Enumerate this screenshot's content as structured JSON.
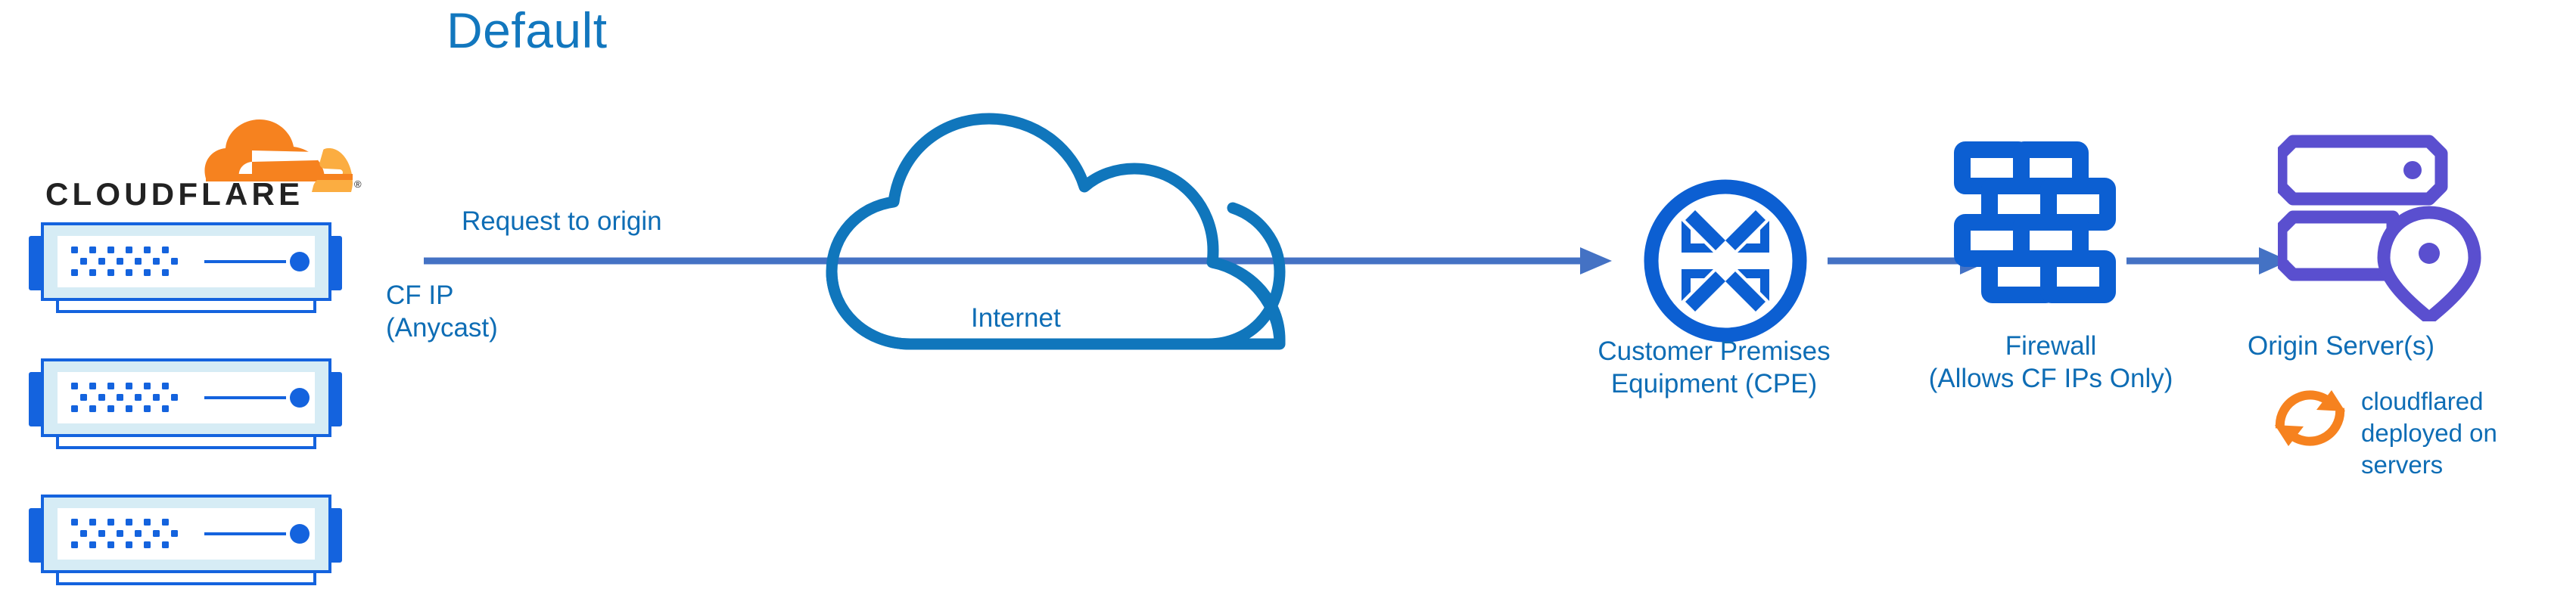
{
  "diagram": {
    "title": "Default",
    "background": "#ffffff"
  },
  "colors": {
    "title_blue": "#1277BE",
    "label_blue": "#0E6DB5",
    "connector_blue": "#4472C4",
    "icon_blue": "#0C5FD2",
    "cloud_blue": "#1076BC",
    "origin_purple": "#5A4FCF",
    "cloudflare_orange": "#F6821F",
    "cloudflare_orange_light": "#FBAD41",
    "cloudflare_wordmark": "#222222",
    "server_frame_light": "#D6ECF5",
    "server_tab_blue": "#1463DE"
  },
  "logo": {
    "name": "cloudflare-logo",
    "wordmark": "CLOUDFLARE",
    "trademark": "®"
  },
  "servers": {
    "count": 3,
    "items": [
      {
        "name": "cloudflare-edge-server-1"
      },
      {
        "name": "cloudflare-edge-server-2"
      },
      {
        "name": "cloudflare-edge-server-3"
      }
    ]
  },
  "labels": {
    "request_to_origin": "Request to origin",
    "cf_ip": "CF IP\n(Anycast)",
    "internet": "Internet",
    "cpe": "Customer Premises\nEquipment (CPE)",
    "firewall": "Firewall\n(Allows CF IPs Only)",
    "origin_server": "Origin Server(s)",
    "cloudflared": "cloudflared\ndeployed on\nservers"
  },
  "icons": {
    "internet_cloud": "cloud-icon",
    "cpe_router": "router-four-arrows-icon",
    "firewall": "brick-wall-icon",
    "origin_server": "server-rack-location-pin-icon",
    "cloudflared_sync": "sync-arrows-icon"
  },
  "connectors": [
    {
      "name": "connector-cloudflare-to-cpe",
      "from": "cloudflare-edge",
      "to": "customer-premises-equipment",
      "style": "arrow-right"
    },
    {
      "name": "connector-cpe-to-firewall",
      "from": "customer-premises-equipment",
      "to": "firewall",
      "style": "arrow-right"
    },
    {
      "name": "connector-firewall-to-origin",
      "from": "firewall",
      "to": "origin-server",
      "style": "arrow-right"
    }
  ]
}
